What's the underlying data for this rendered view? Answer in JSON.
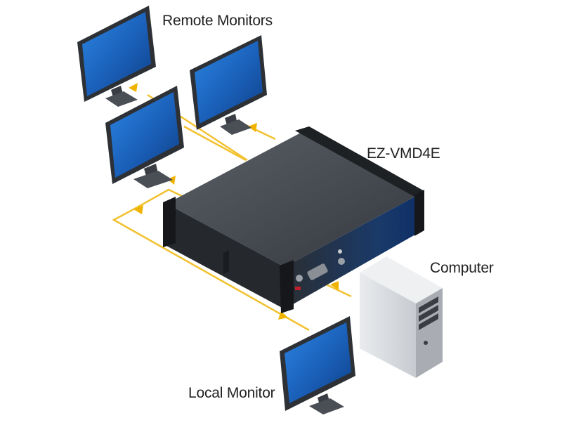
{
  "labels": {
    "remote_monitors": "Remote Monitors",
    "device": "EZ-VMD4E",
    "computer": "Computer",
    "local_monitor": "Local Monitor"
  },
  "colors": {
    "cable": "#f2c12e",
    "arrow": "#f0b400",
    "screen": "#1f6fd0",
    "device_body": "#2b2f34",
    "tower": "#cfd2d6"
  }
}
